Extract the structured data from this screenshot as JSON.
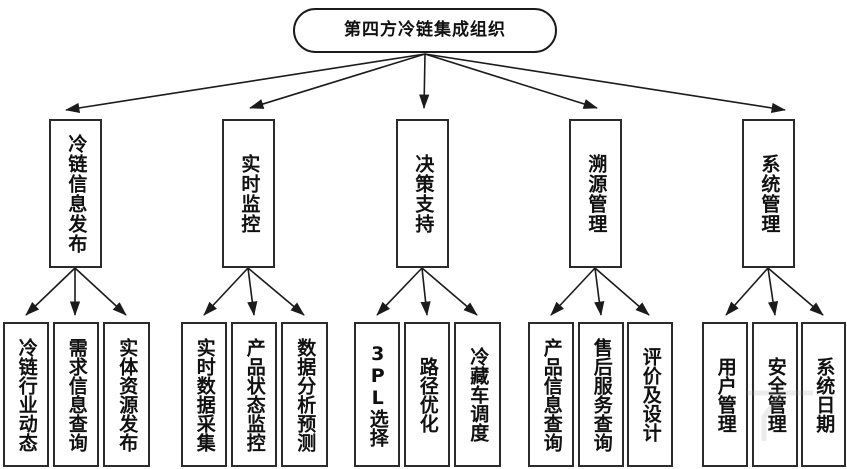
{
  "diagram": {
    "title": "第四方冷链集成组织",
    "type": "organization-hierarchy",
    "root": {
      "label": "第四方冷链集成组织"
    },
    "branches": [
      {
        "label": "冷链信息发布",
        "children": [
          {
            "label": "冷链行业动态"
          },
          {
            "label": "需求信息查询"
          },
          {
            "label": "实体资源发布"
          }
        ]
      },
      {
        "label": "实时监控",
        "children": [
          {
            "label": "实时数据采集"
          },
          {
            "label": "产品状态监控"
          },
          {
            "label": "数据分析预测"
          }
        ]
      },
      {
        "label": "决策支持",
        "children": [
          {
            "label": "3PL选择"
          },
          {
            "label": "路径优化"
          },
          {
            "label": "冷藏车调度"
          }
        ]
      },
      {
        "label": "溯源管理",
        "children": [
          {
            "label": "产品信息查询"
          },
          {
            "label": "售后服务查询"
          },
          {
            "label": "评价及设计"
          }
        ]
      },
      {
        "label": "系统管理",
        "children": [
          {
            "label": "用户管理"
          },
          {
            "label": "安全管理"
          },
          {
            "label": "系统日期"
          }
        ]
      }
    ],
    "colors": {
      "stroke": "#2b2b2b",
      "text": "#111111",
      "background": "#ffffff"
    }
  }
}
